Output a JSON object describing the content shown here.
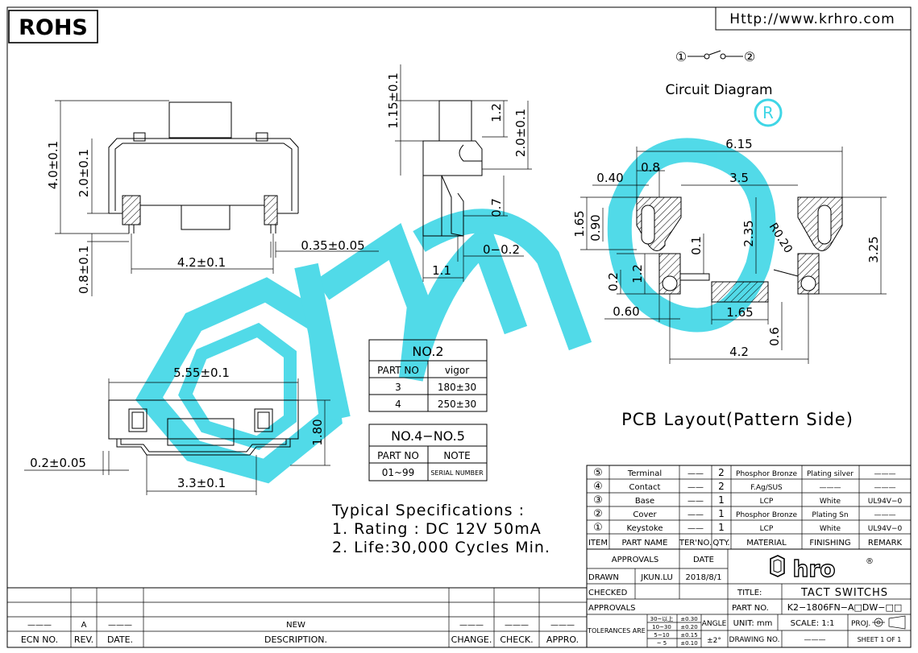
{
  "header": {
    "rohs": "ROHS",
    "url": "Http://www.krhro.com"
  },
  "circuit": {
    "symbol_left": "①",
    "symbol_right": "②",
    "label": "Circuit Diagram",
    "registered": "®"
  },
  "front_view": {
    "dim_height": "4.0±0.1",
    "dim_body": "2.0±0.1",
    "dim_leg": "0.8±0.1",
    "dim_pitch": "4.2±0.1",
    "dim_pin": "0.35±0.05"
  },
  "side_view": {
    "dim_top": "1.15±0.1",
    "dim_a": "1.2",
    "dim_b": "2.0±0.1",
    "dim_c": "0.7",
    "dim_d": "0−0.2",
    "dim_e": "1.1"
  },
  "pcb": {
    "dim_total": "6.15",
    "dim_040": "0.40",
    "dim_08": "0.8",
    "dim_35": "3.5",
    "dim_165v": "1.65",
    "dim_090": "0.90",
    "dim_01": "0.1",
    "dim_235": "2.35",
    "dim_r020": "R0.20",
    "dim_325": "3.25",
    "dim_02": "0.2",
    "dim_12": "1.2",
    "dim_060": "0.60",
    "dim_165h": "1.65",
    "dim_06": "0.6",
    "dim_42": "4.2",
    "title": "PCB Layout(Pattern Side)"
  },
  "bottom_view": {
    "dim_width": "5.55±0.1",
    "dim_height": "1.80",
    "dim_lead": "0.2±0.05",
    "dim_inner": "3.3±0.1"
  },
  "no2_table": {
    "title": "NO.2",
    "headers": [
      "PART NO",
      "vigor"
    ],
    "rows": [
      [
        "3",
        "180±30"
      ],
      [
        "4",
        "250±30"
      ]
    ]
  },
  "no45_table": {
    "title": "NO.4−NO.5",
    "headers": [
      "PART NO",
      "NOTE"
    ],
    "rows": [
      [
        "01~99",
        "SERIAL NUMBER"
      ]
    ]
  },
  "specs": {
    "heading": "Typical Specifications :",
    "line1": "1. Rating : DC 12V 50mA",
    "line2": "2. Life:30,000 Cycles Min."
  },
  "bom": {
    "rows": [
      {
        "item": "⑤",
        "name": "Terminal",
        "ter": "——",
        "qty": "2",
        "material": "Phosphor Bronze",
        "finishing": "Plating silver",
        "remark": "———"
      },
      {
        "item": "④",
        "name": "Contact",
        "ter": "——",
        "qty": "2",
        "material": "F.Ag/SUS",
        "finishing": "———",
        "remark": "———"
      },
      {
        "item": "③",
        "name": "Base",
        "ter": "——",
        "qty": "1",
        "material": "LCP",
        "finishing": "White",
        "remark": "UL94V−0"
      },
      {
        "item": "②",
        "name": "Cover",
        "ter": "——",
        "qty": "1",
        "material": "Phosphor Bronze",
        "finishing": "Plating Sn",
        "remark": "———"
      },
      {
        "item": "①",
        "name": "Keystoke",
        "ter": "——",
        "qty": "1",
        "material": "LCP",
        "finishing": "White",
        "remark": "UL94V−0"
      }
    ],
    "headers": {
      "item": "ITEM",
      "name": "PART NAME",
      "ter": "TER'NO.",
      "qty": "QTY.",
      "material": "MATERIAL",
      "finishing": "FINISHING",
      "remark": "REMARK"
    }
  },
  "titleblock": {
    "approvals": "APPROVALS",
    "date": "DATE",
    "drawn": "DRAWN",
    "drawn_by": "JKUN.LU",
    "drawn_date": "2018/8/1",
    "checked": "CHECKED",
    "approvals2": "APPROVALS",
    "title_label": "TITLE:",
    "title_value": "TACT SWITCHS",
    "partno_label": "PART NO.",
    "partno_value": "K2−1806FN−A□DW−□□",
    "tol_label": "TOLERANCES ARE",
    "tol_ranges": [
      "30~以上",
      "10~30",
      "5~10",
      "~ 5"
    ],
    "tol_values": [
      "±0.30",
      "±0.20",
      "±0.15",
      "±0.10"
    ],
    "angle_label": "ANGLE",
    "angle_value": "±2°",
    "unit": "UNIT: mm",
    "scale": "SCALE: 1:1",
    "proj": "PROJ.",
    "drawing_no": "DRAWING NO.",
    "drawing_no_value": "———",
    "sheet": "SHEET 1 OF 1",
    "logo_text": "hro"
  },
  "revision": {
    "ecn": "ECN NO.",
    "rev": "REV.",
    "date": "DATE.",
    "desc": "DESCRIPTION.",
    "change": "CHANGE.",
    "check": "CHECK.",
    "appro": "APPRO.",
    "rev_value": "A",
    "desc_value": "NEW",
    "dash": "———"
  },
  "colors": {
    "watermark": "#3fd6e6",
    "line": "#000000"
  }
}
